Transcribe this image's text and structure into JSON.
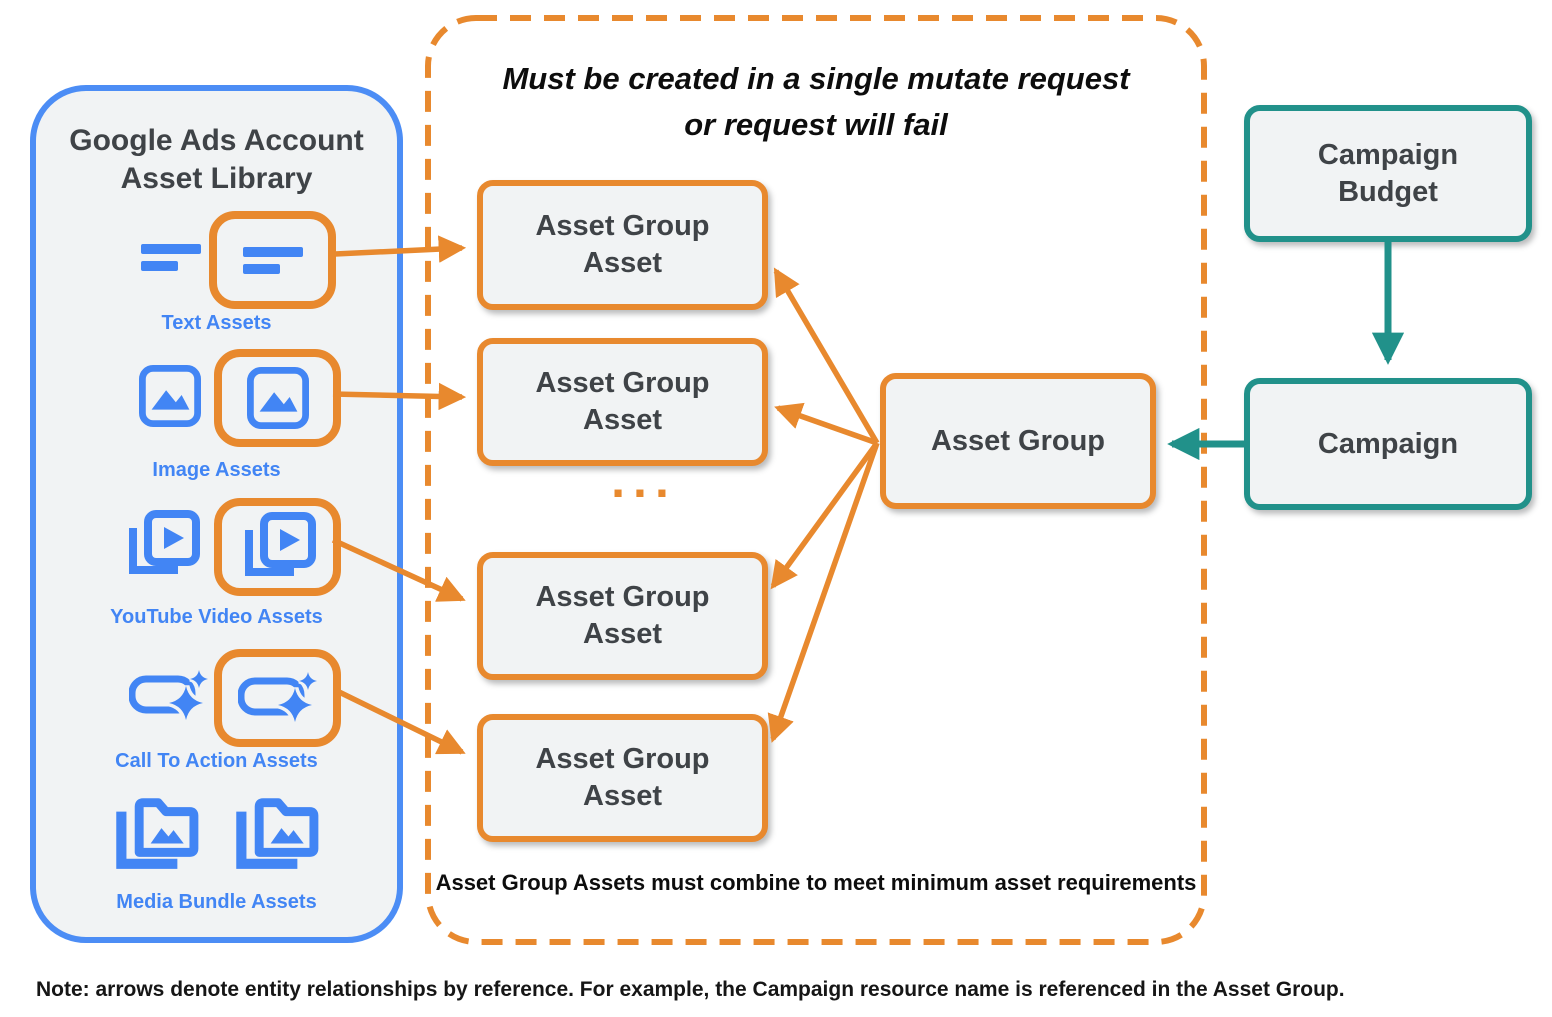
{
  "library": {
    "title": "Google Ads Account\nAsset Library",
    "items": [
      {
        "label": "Text Assets",
        "icon": "text-lines-icon",
        "highlighted": true
      },
      {
        "label": "Image Assets",
        "icon": "image-icon",
        "highlighted": true
      },
      {
        "label": "YouTube Video  Assets",
        "icon": "video-stack-icon",
        "highlighted": true
      },
      {
        "label": "Call To Action Assets",
        "icon": "cta-sparkle-icon",
        "highlighted": true
      },
      {
        "label": "Media Bundle  Assets",
        "icon": "media-bundle-icon",
        "highlighted": false
      }
    ]
  },
  "mutate_group": {
    "title": "Must be created in a single mutate request\nor request will fail",
    "box_label": "Asset Group\nAsset",
    "ellipsis": "...",
    "caption": "Asset Group Assets must combine to meet minimum asset requirements"
  },
  "nodes": {
    "asset_group": "Asset Group",
    "campaign_budget": "Campaign\nBudget",
    "campaign": "Campaign"
  },
  "note": "Note: arrows denote entity relationships by reference. For example, the Campaign resource name is referenced in the Asset Group.",
  "colors": {
    "orange": "#E8892E",
    "blue": "#4285F4",
    "teal": "#21918A",
    "node_fill": "#F1F3F4",
    "text_dark": "#3F4347"
  }
}
